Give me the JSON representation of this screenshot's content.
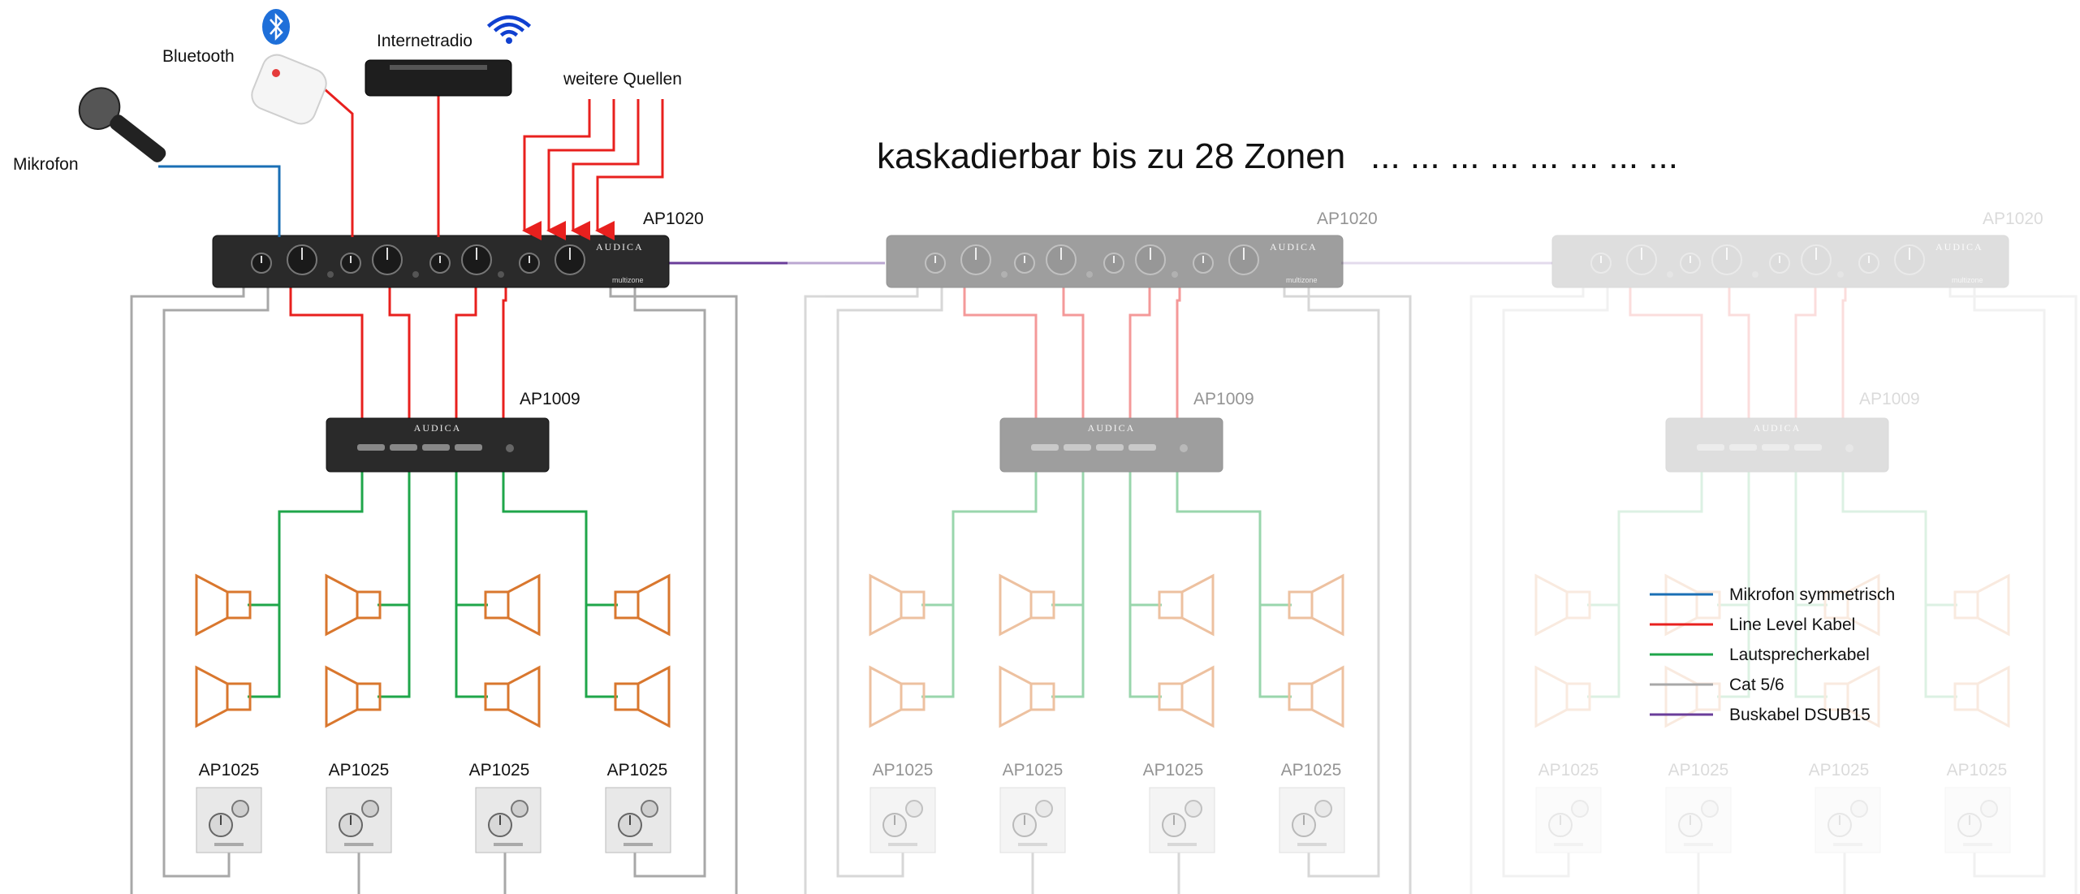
{
  "headline": "kaskadierbar bis zu 28 Zonen",
  "ellipsis": "... ... ... ... ... ... ... ...",
  "sources": {
    "microphone": "Mikrofon",
    "bluetooth": "Bluetooth",
    "internet_radio": "Internetradio",
    "other": "weitere Quellen"
  },
  "devices": {
    "matrix": "AP1020",
    "amplifier": "AP1009",
    "wall_panel": "AP1025",
    "brand": "AUDICA",
    "matrix_sub": "multizone"
  },
  "legend": [
    {
      "label": "Mikrofon symmetrisch",
      "color": "#1a6fb5"
    },
    {
      "label": "Line Level Kabel",
      "color": "#e8201e"
    },
    {
      "label": "Lautsprecherkabel",
      "color": "#1fa64a"
    },
    {
      "label": "Cat 5/6",
      "color": "#a8a8a8"
    },
    {
      "label": "Buskabel DSUB15",
      "color": "#6a3d9a"
    }
  ],
  "colors": {
    "speaker": "#d9772e",
    "device_body": "#2a2a2a",
    "panel": "#e8e8e8"
  },
  "icons": [
    "microphone-icon",
    "bluetooth-icon",
    "wifi-icon",
    "speaker-icon"
  ]
}
